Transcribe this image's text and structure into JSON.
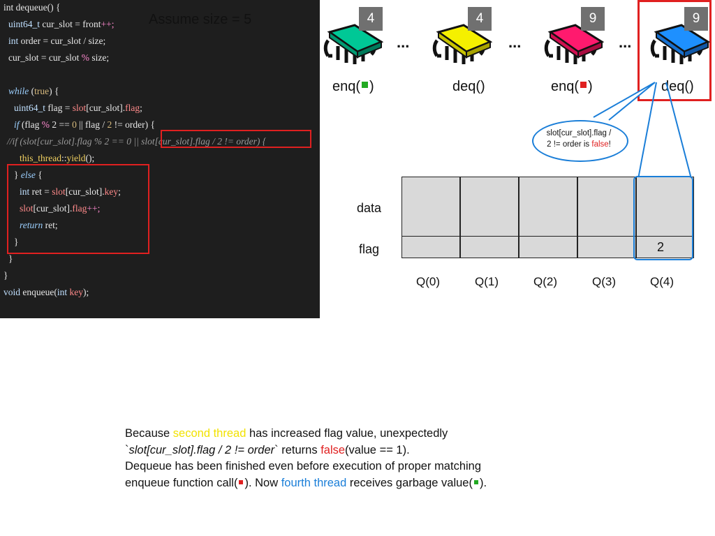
{
  "code": {
    "l1": [
      "int dequeue() {"
    ],
    "l2": [
      "uint64_t",
      " cur_slot = ",
      "front",
      "++;"
    ],
    "l3": [
      "int",
      " order = cur_slot / size;"
    ],
    "l4": [
      "cur_slot = cur_slot ",
      "%",
      " size;"
    ],
    "l5": [
      "while",
      " (",
      "true",
      ") {"
    ],
    "l6": [
      "uint64_t",
      " flag = ",
      "slot",
      "[cur_slot].",
      "flag",
      ";"
    ],
    "l7": [
      "if",
      " (flag ",
      "%",
      " 2 == ",
      "0",
      " || flag / ",
      "2",
      " != order) {"
    ],
    "l8": [
      "//if (slot[cur_slot].flag % 2 == 0 || slot[cur_slot].flag / 2 != order) {"
    ],
    "l9": [
      "this_thread",
      "::",
      "yield",
      "();"
    ],
    "l10": [
      "} ",
      "else",
      " {"
    ],
    "l11": [
      "int",
      " ret = ",
      "slot",
      "[cur_slot].",
      "key",
      ";"
    ],
    "l12": [
      "slot",
      "[cur_slot].",
      "flag",
      "++;"
    ],
    "l13": [
      "return",
      " ret;"
    ],
    "l14": [
      "}"
    ],
    "l15": [
      "}"
    ],
    "l16": [
      "}"
    ],
    "l17": [
      "void",
      " enqueue(",
      "int",
      " ",
      "key",
      ");"
    ]
  },
  "assume_label": "Assume size = 5",
  "threads": [
    {
      "badge": "4",
      "op": "enq(",
      "op_close": ")",
      "color": "#00c896",
      "square_color": "#22aa22"
    },
    {
      "badge": "4",
      "op": "deq()",
      "color": "#f5f000"
    },
    {
      "badge": "9",
      "op": "enq(",
      "op_close": ")",
      "color": "#ff1a6e",
      "square_color": "#e02020"
    },
    {
      "badge": "9",
      "op": "deq()",
      "color": "#1e90ff"
    }
  ],
  "ellipsis": "...",
  "bubble": {
    "line1": "slot[cur_slot].flag /",
    "line2": "2 != order is ",
    "false_word": "false",
    "end": "!"
  },
  "queue": {
    "row_data": "data",
    "row_flag": "flag",
    "flag_value_q4": "2",
    "columns": [
      "Q(0)",
      "Q(1)",
      "Q(2)",
      "Q(3)",
      "Q(4)"
    ]
  },
  "explanation": {
    "p1a": "Because ",
    "p1b": "second thread",
    "p1c": " has increased flag value, unexpectedly",
    "p2a": "`",
    "p2b": "slot[cur_slot].flag / 2 != order",
    "p2c": "` returns ",
    "p2d": "false",
    "p2e": "(value == 1).",
    "p3": "Dequeue has been finished even before execution of proper matching",
    "p4a": "enqueue function call(",
    "p4b": "). Now ",
    "p4c": "fourth thread",
    "p4d": " receives garbage value(",
    "p4e": ")."
  },
  "colors": {
    "highlight_red": "#e02020",
    "arrow_blue": "#1a7ed8",
    "code_bg": "#1e1e1e"
  }
}
